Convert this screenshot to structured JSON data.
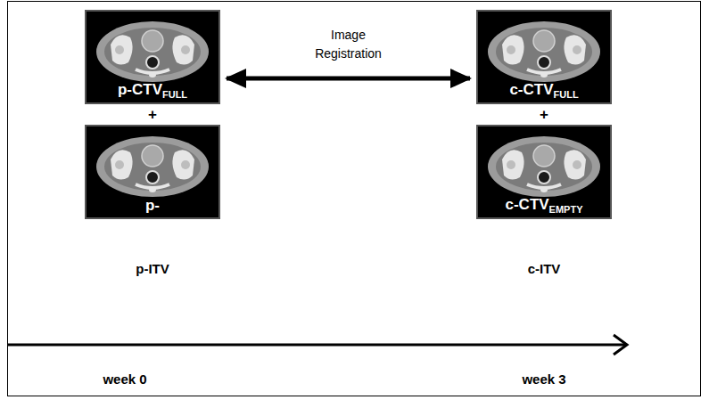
{
  "diagram": {
    "nodes": [
      {
        "text": [
          "p-CTV",
          "FULL"
        ]
      },
      {
        "text": [
          "c-CTV",
          "FULL"
        ]
      },
      {
        "text": [
          "p-"
        ]
      },
      {
        "text": [
          "c-CTV",
          "EMPTY"
        ]
      }
    ],
    "edges": [
      {
        "from": 0,
        "to": 1,
        "label": "Image Registration",
        "arrow": "both"
      }
    ],
    "labels": [
      "+",
      "+",
      "p-ITV",
      "c-ITV",
      "week 0",
      "week 3"
    ]
  }
}
